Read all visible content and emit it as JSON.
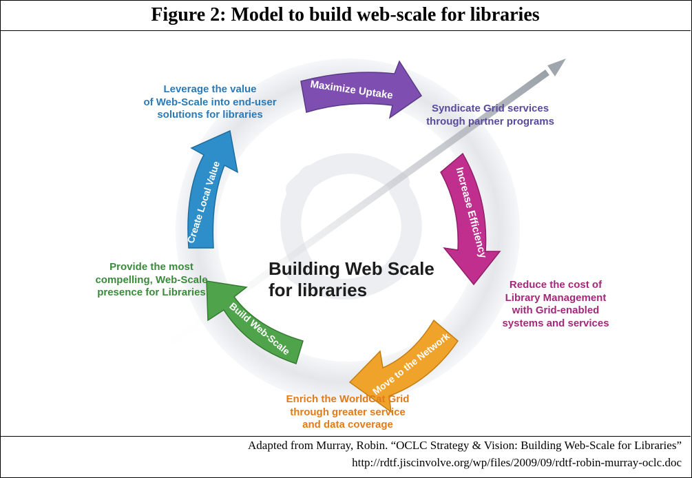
{
  "title": "Figure 2: Model to build web-scale for libraries",
  "diagram": {
    "center": [
      "Building Web Scale",
      "for libraries"
    ],
    "arrows": {
      "maximize": "Maximize Uptake",
      "efficiency": "Increase Efficiency",
      "network": "Move to the Network",
      "web_scale": "Build Web-Scale",
      "local_value": "Create Local Value"
    },
    "outcomes": {
      "maximize": [
        "Syndicate Grid services",
        "through partner programs"
      ],
      "efficiency": [
        "Reduce the cost of",
        "Library Management",
        "with Grid-enabled",
        "systems and services"
      ],
      "network": [
        "Enrich the WorldCat Grid",
        "through greater service",
        "and data coverage"
      ],
      "web_scale": [
        "Provide the most",
        "compelling, Web-Scale",
        "presence for Libraries"
      ],
      "local_value": [
        "Leverage the value",
        "of Web-Scale into end-user",
        "solutions for libraries"
      ]
    },
    "colors": {
      "purple": "#7e4fb0",
      "magenta": "#c12f8e",
      "orange": "#f0a32a",
      "green": "#4fa34a",
      "blue": "#2e8ec9",
      "purple_text": "#5a4a9c",
      "magenta_text": "#a3287a",
      "orange_text": "#e07b1a",
      "green_text": "#3a8a3a",
      "blue_text": "#2a7ab8"
    }
  },
  "caption": {
    "line1": "Adapted from Murray, Robin. “OCLC Strategy & Vision: Building Web-Scale for Libraries”",
    "line2": "http://rdtf.jiscinvolve.org/wp/files/2009/09/rdtf-robin-murray-oclc.doc"
  }
}
